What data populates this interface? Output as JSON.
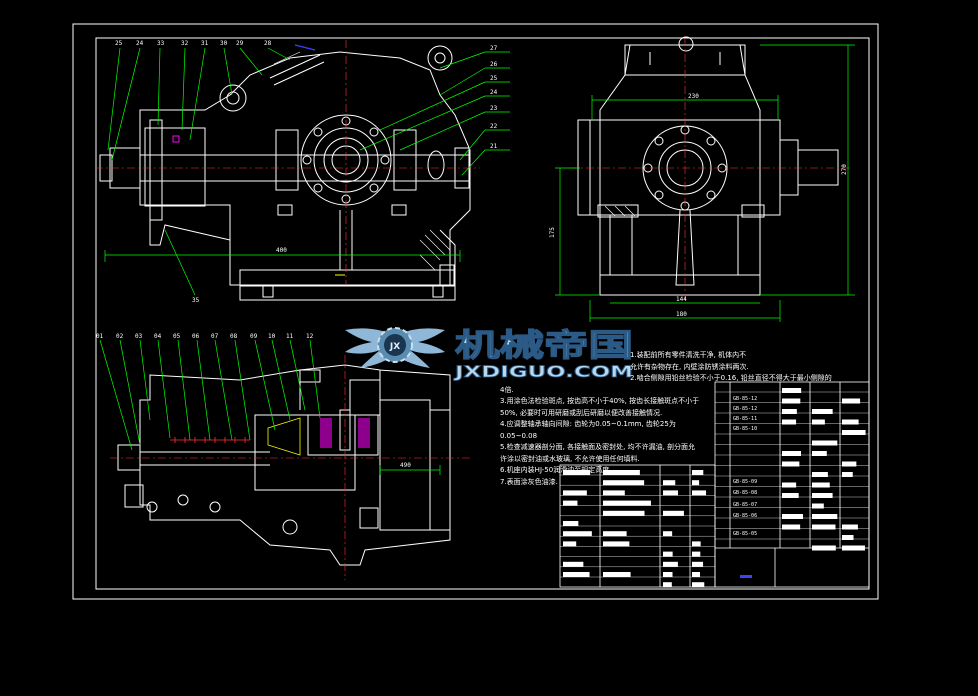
{
  "watermark": {
    "title": "机械帝国",
    "subtitle": "JXDIGUO.COM",
    "emblem_letters": "JX"
  },
  "dimensions": {
    "d400": "400",
    "d230": "230",
    "d270": "270",
    "d175": "175",
    "d144": "144",
    "d180": "180",
    "d490": "490"
  },
  "top_callouts": [
    "25",
    "24",
    "33",
    "32",
    "31",
    "30",
    "29",
    "28"
  ],
  "right_callouts": [
    "27",
    "26",
    "25",
    "24",
    "23",
    "22",
    "21"
  ],
  "bottom_callouts": [
    "01",
    "02",
    "03",
    "04",
    "05",
    "06",
    "07",
    "08",
    "09",
    "10",
    "11",
    "12"
  ],
  "lower_left_callout": "35",
  "tech_notes": [
    "1.装配前所有零件清洗干净, 机体内不",
    "允许有杂物存在, 内壁涂防锈涂料两次.",
    "2.啮合侧隙用铅丝检验不小于0.16, 铅丝直径不得大于最小侧隙的",
    "4倍.",
    "3.用涂色法检验斑点, 按齿高不小于40%, 按齿长接触斑点不小于",
    "50%, 必要时可用研磨或刮后研磨以便改善接触情况.",
    "4.应调整轴承轴向间隙: 齿轮为0.05~0.1mm, 齿轮25为",
    "0.05~0.08",
    "5.检查减速器剖分面, 各接触面及密封处, 均不许漏油, 剖分面允",
    "许涂以密封油或水玻璃, 不允许使用任何填料.",
    "6.机座内装HJ-50润滑油至规定高度.",
    "7.表面涂灰色油漆."
  ],
  "parts_codes": [
    "GB-85-12",
    "GB-85-12",
    "GB-85-11",
    "GB-85-10",
    "GB-85-09",
    "GB-85-08",
    "GB-85-07",
    "GB-85-06",
    "GB-85-05"
  ],
  "colors": {
    "background": "#000000",
    "line": "#ffffff",
    "leader": "#00ff00",
    "center_line": "#ff3333",
    "accent_magenta": "#ff00ff",
    "accent_blue": "#4040ff",
    "accent_yellow": "#ffff00"
  }
}
